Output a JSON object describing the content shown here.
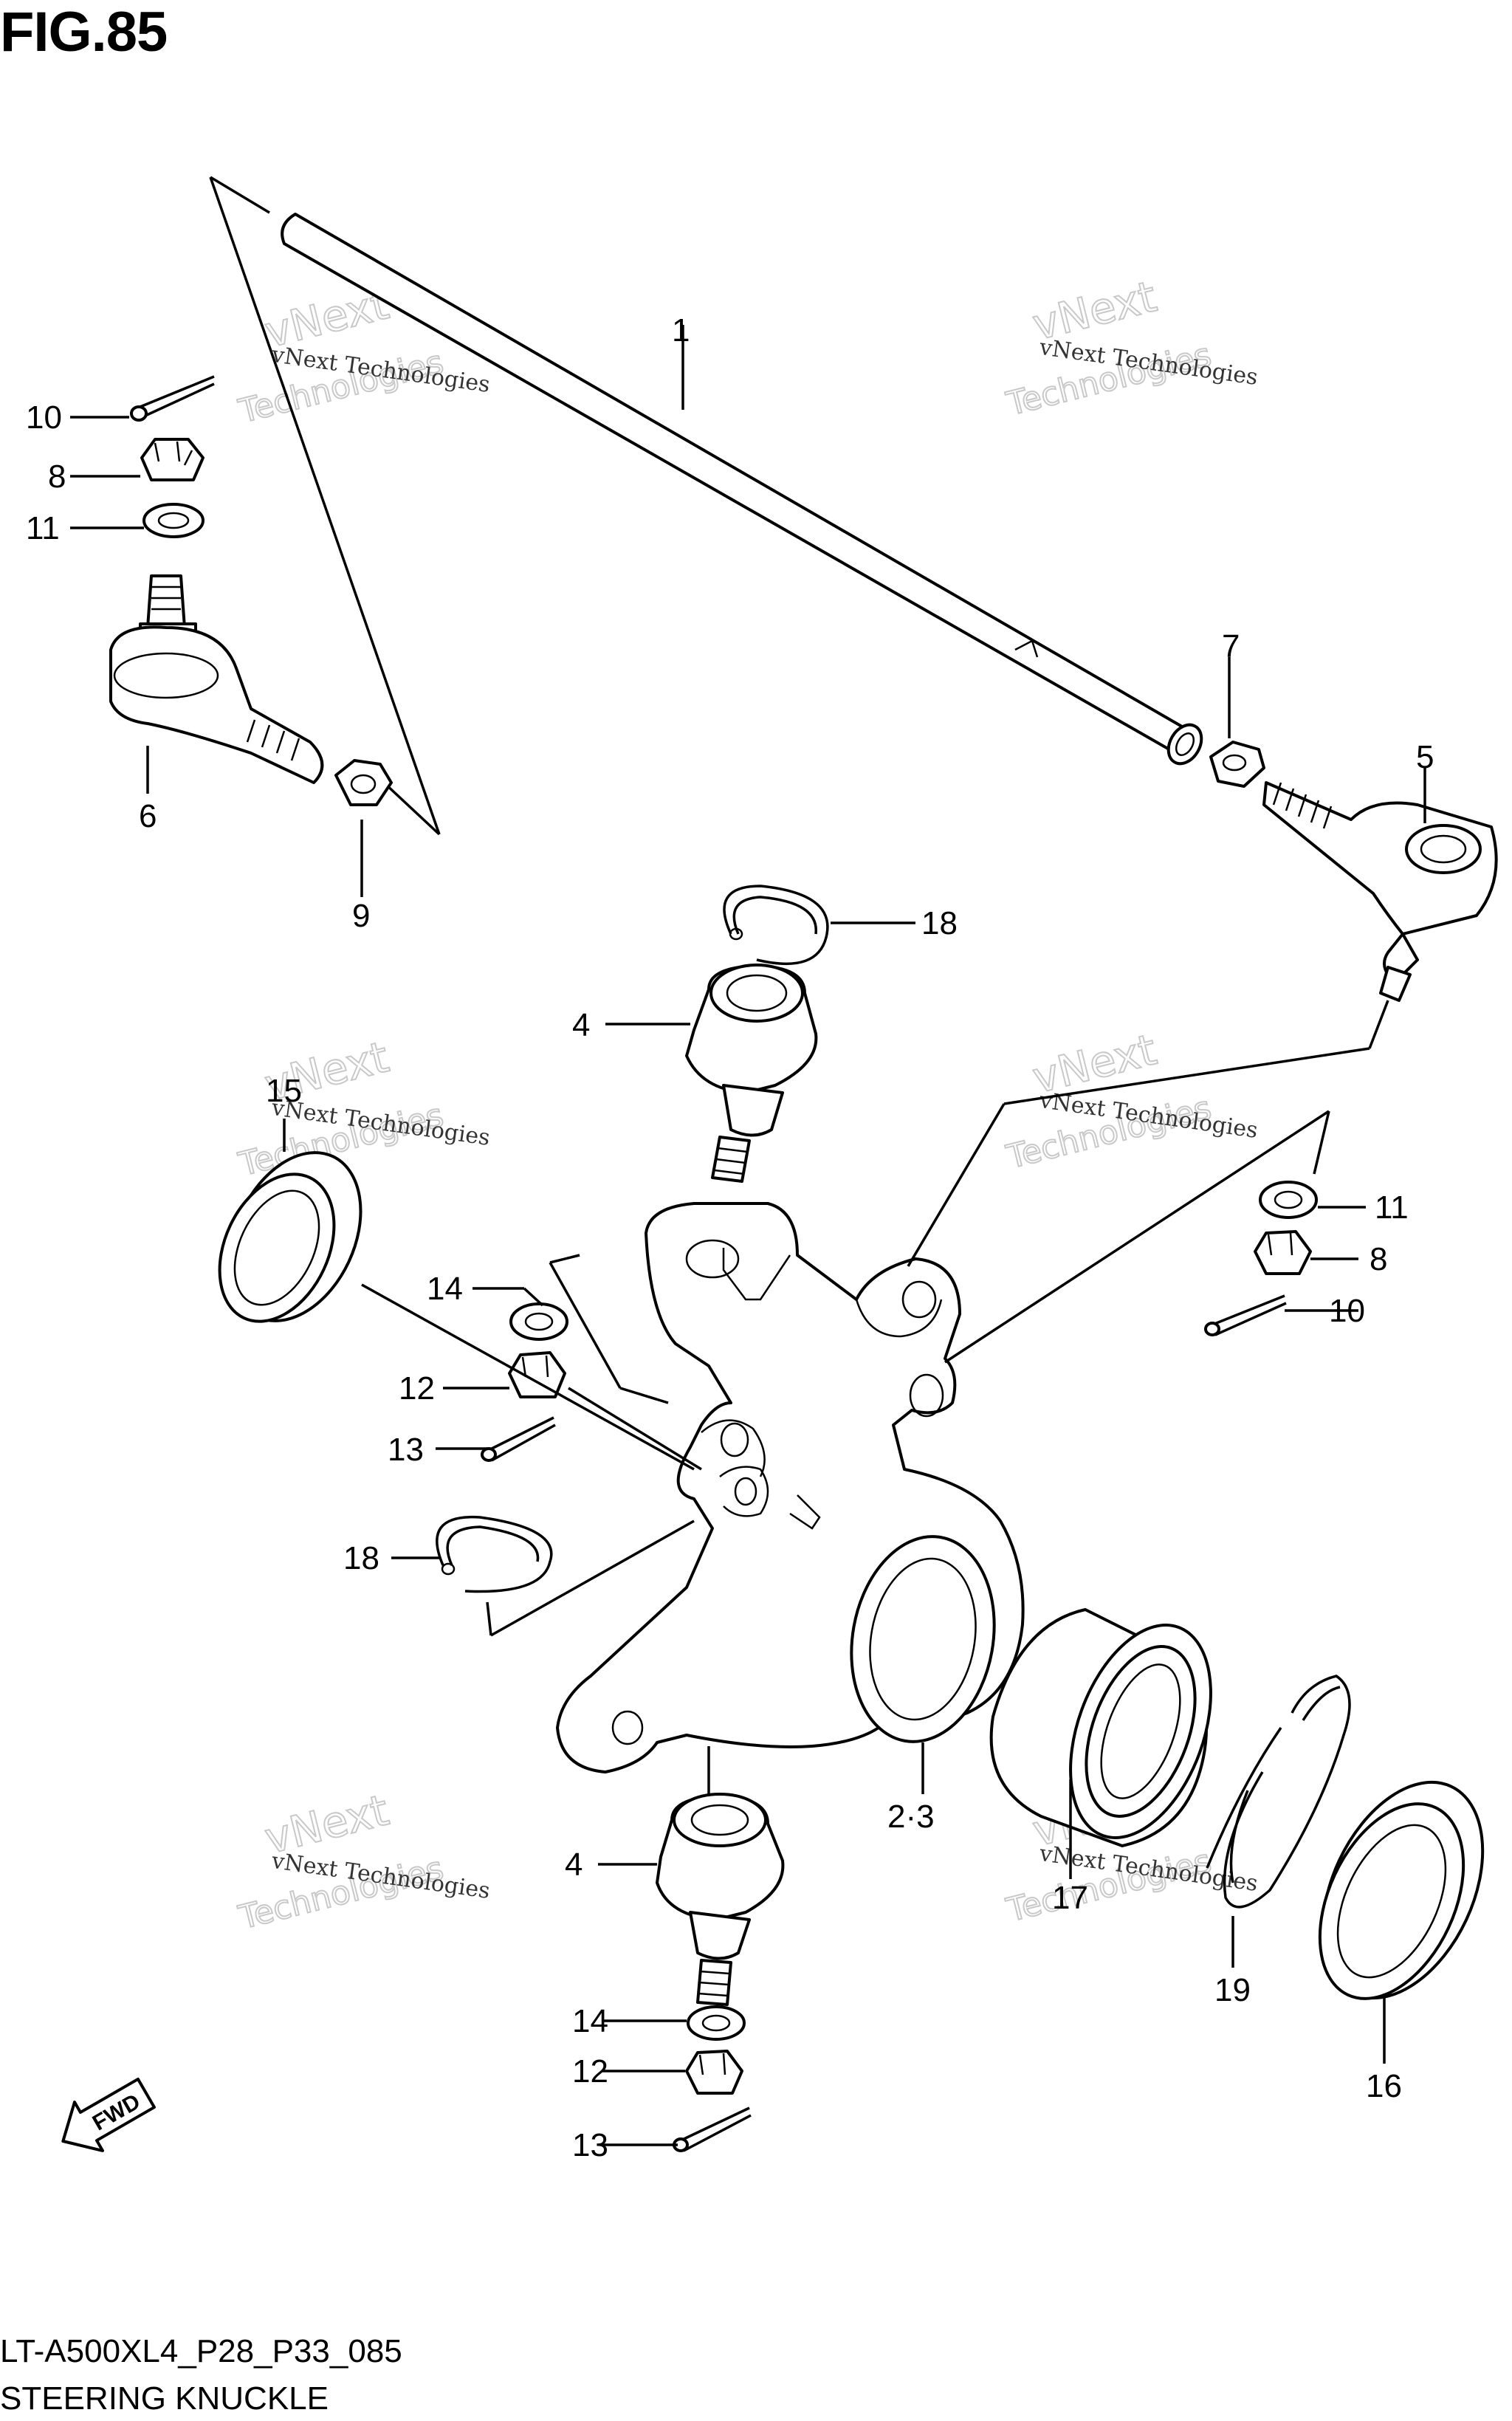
{
  "figure": {
    "title": "FIG.85",
    "code": "LT-A500XL4_P28_P33_085",
    "name": "STEERING KNUCKLE"
  },
  "callouts": {
    "c1": "1",
    "c2_3": "2·3",
    "c4a": "4",
    "c4b": "4",
    "c5": "5",
    "c6": "6",
    "c7": "7",
    "c8a": "8",
    "c8b": "8",
    "c9": "9",
    "c10a": "10",
    "c10b": "10",
    "c11a": "11",
    "c11b": "11",
    "c12a": "12",
    "c12b": "12",
    "c13a": "13",
    "c13b": "13",
    "c14a": "14",
    "c14b": "14",
    "c15": "15",
    "c16": "16",
    "c17": "17",
    "c18a": "18",
    "c18b": "18",
    "c19": "19"
  },
  "watermark": {
    "line1": "vNext Technologies",
    "big_a": "vNext",
    "big_b": "Technologies"
  },
  "fwd_label": "FWD",
  "icons": [
    "fwd-arrow-icon"
  ]
}
